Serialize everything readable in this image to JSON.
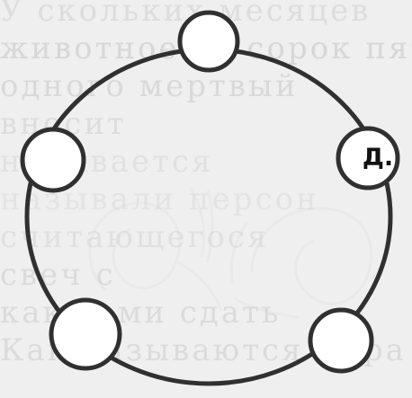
{
  "background_text": [
    "У скольких месяцев",
    "животное из сорок пятой",
    "одного мертвый",
    "вносит",
    "называется",
    "называли персон",
    "считающегося",
    "свеч с",
    "как сами сдать",
    "Как называются мера"
  ],
  "diagram": {
    "ring_color": "#303030",
    "node_fill": "#ffffff",
    "node_label": "Д."
  }
}
